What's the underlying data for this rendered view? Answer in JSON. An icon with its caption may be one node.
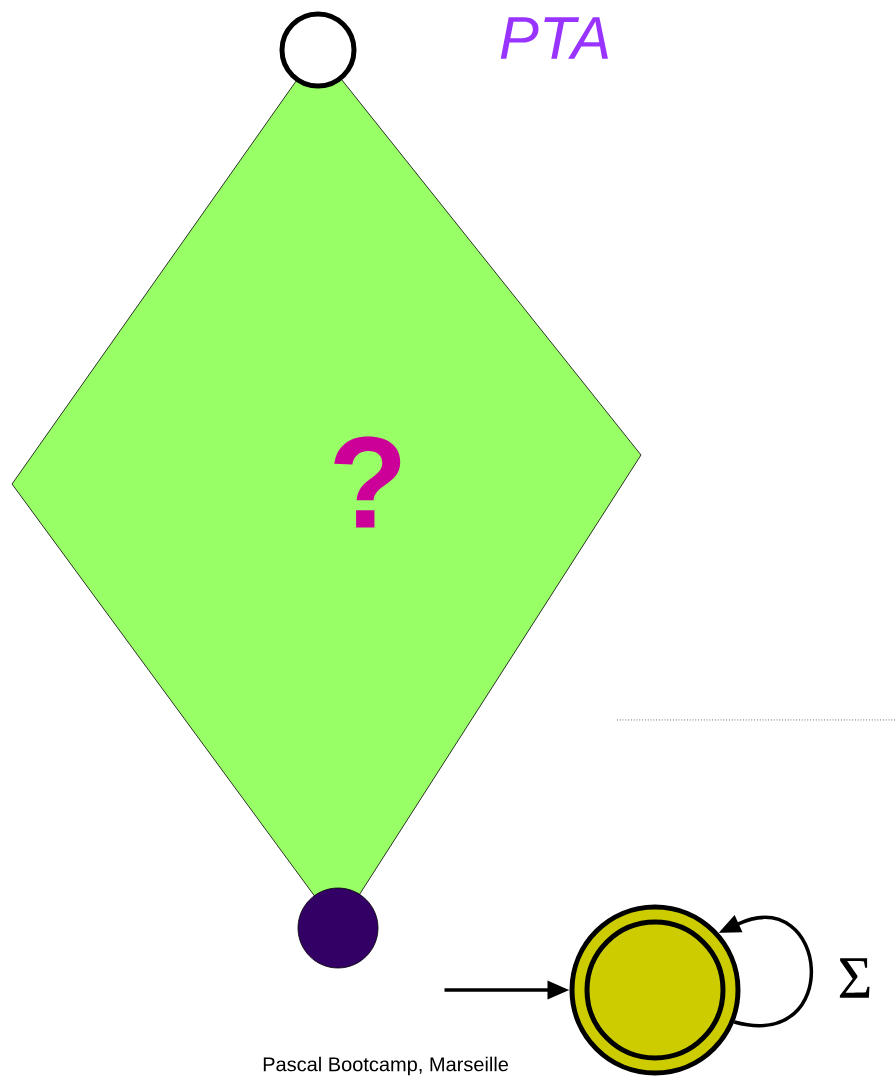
{
  "diagram": {
    "nodes": [
      {
        "text": [],
        "shape": "circle"
      },
      {
        "text": [
          "?"
        ]
      },
      {
        "text": [],
        "shape": "circle"
      },
      {
        "text": [],
        "shape": "circle"
      }
    ],
    "edges": [
      {
        "from": null,
        "to": 3,
        "arrow": "to"
      },
      {
        "from": 3,
        "to": 3,
        "arrow": "to",
        "label": "Σ"
      }
    ],
    "labels": [
      "PTA",
      "Pascal Bootcamp, Marseille"
    ]
  }
}
